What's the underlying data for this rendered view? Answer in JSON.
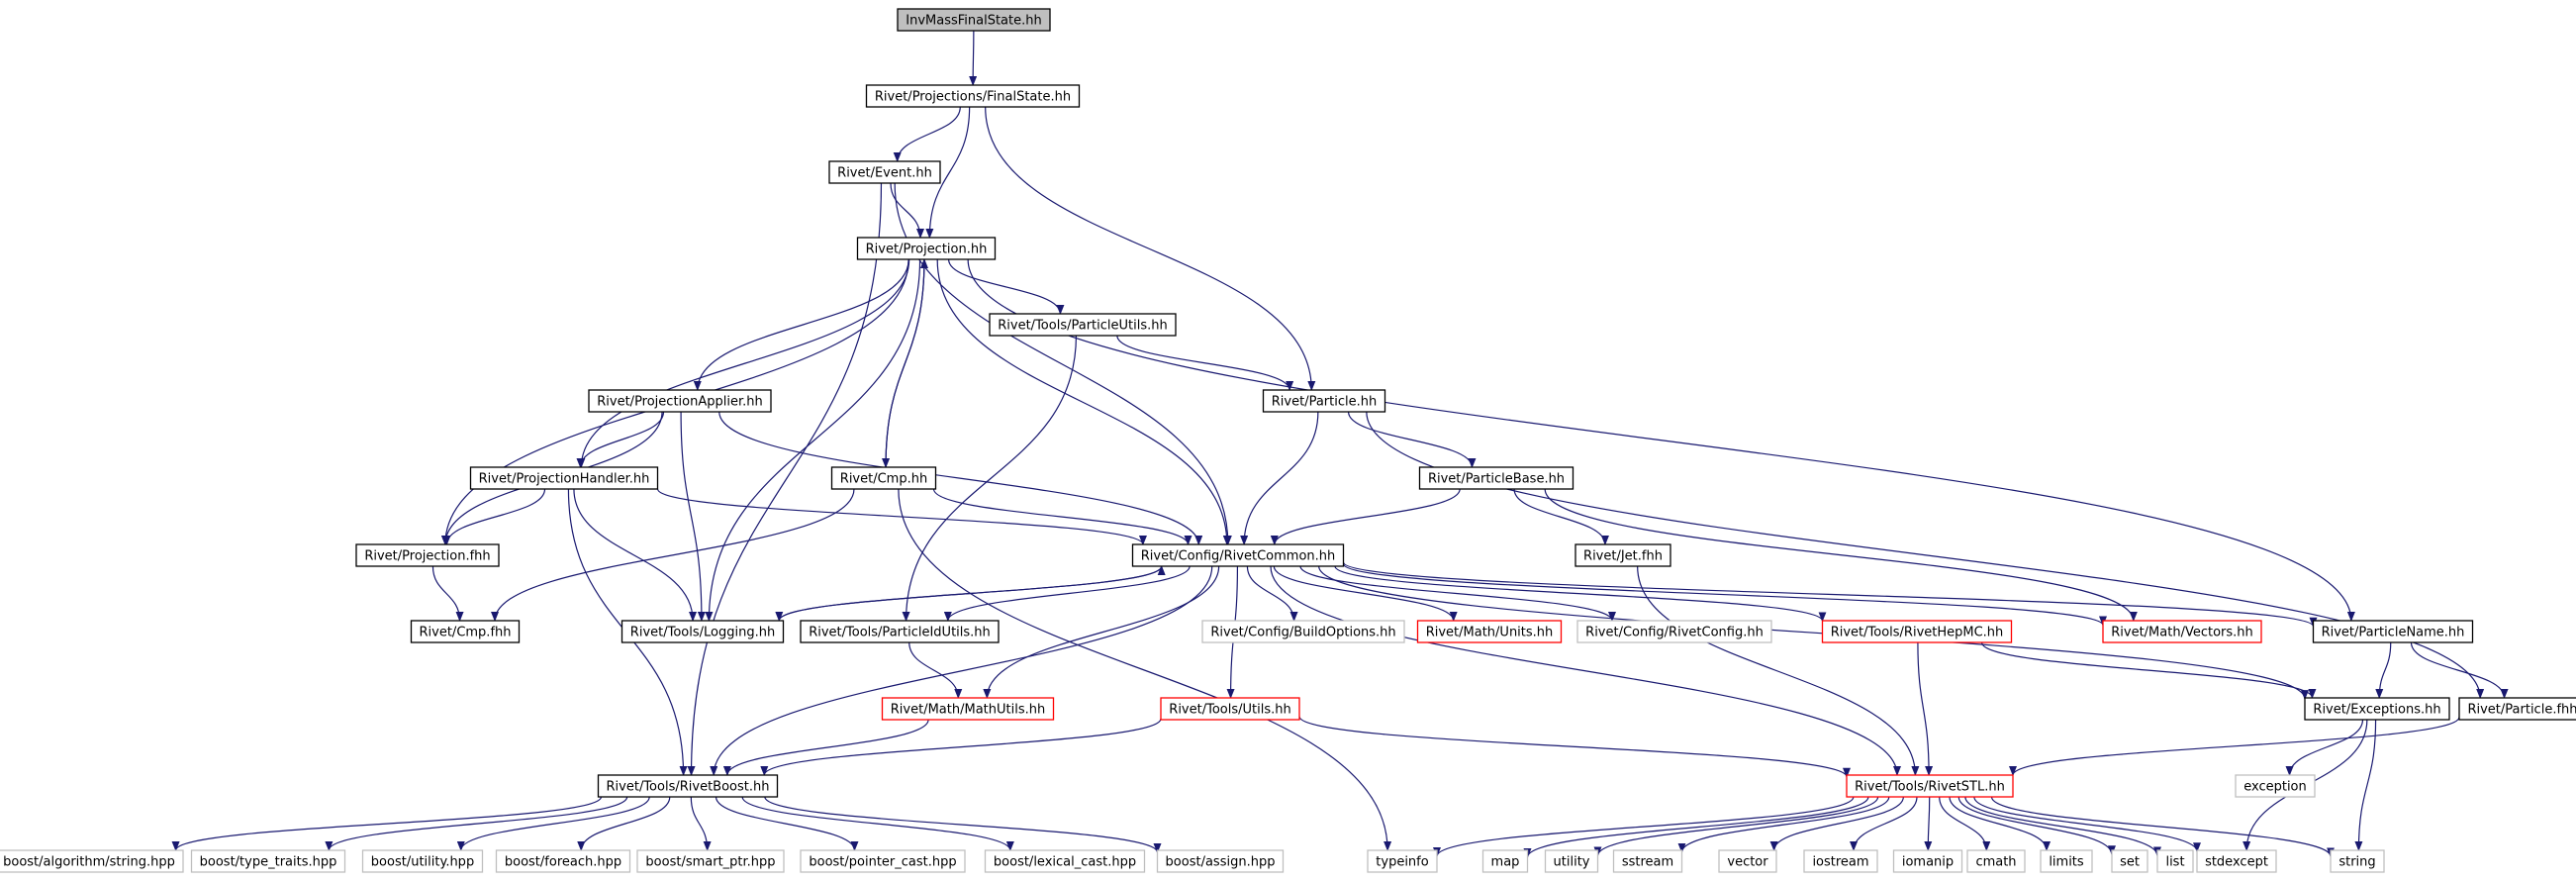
{
  "colors": {
    "edge": "#191970",
    "node_border_normal": "#000000",
    "node_border_missing_doc": "#ff0000",
    "node_border_external": "#bfbfbf",
    "node_fill_root": "#bfbfbf",
    "node_fill": "#ffffff"
  },
  "nodes": [
    {
      "id": "n0",
      "label": "InvMassFinalState.hh",
      "kind": "root"
    },
    {
      "id": "n1",
      "label": "Rivet/Projections/FinalState.hh",
      "kind": "normal"
    },
    {
      "id": "n2",
      "label": "Rivet/Event.hh",
      "kind": "normal"
    },
    {
      "id": "n3",
      "label": "Rivet/Projection.hh",
      "kind": "normal"
    },
    {
      "id": "n4",
      "label": "Rivet/Tools/ParticleUtils.hh",
      "kind": "normal"
    },
    {
      "id": "n5",
      "label": "Rivet/ProjectionApplier.hh",
      "kind": "normal"
    },
    {
      "id": "n6",
      "label": "Rivet/Particle.hh",
      "kind": "normal"
    },
    {
      "id": "n7",
      "label": "Rivet/ProjectionHandler.hh",
      "kind": "normal"
    },
    {
      "id": "n8",
      "label": "Rivet/Cmp.hh",
      "kind": "normal"
    },
    {
      "id": "n9",
      "label": "Rivet/ParticleBase.hh",
      "kind": "normal"
    },
    {
      "id": "n10",
      "label": "Rivet/Projection.fhh",
      "kind": "normal"
    },
    {
      "id": "n11",
      "label": "Rivet/Config/RivetCommon.hh",
      "kind": "normal"
    },
    {
      "id": "n12",
      "label": "Rivet/Jet.fhh",
      "kind": "normal"
    },
    {
      "id": "n13",
      "label": "Rivet/Cmp.fhh",
      "kind": "normal"
    },
    {
      "id": "n14",
      "label": "Rivet/Tools/Logging.hh",
      "kind": "normal"
    },
    {
      "id": "n15",
      "label": "Rivet/Tools/ParticleIdUtils.hh",
      "kind": "normal"
    },
    {
      "id": "n16",
      "label": "Rivet/Config/BuildOptions.hh",
      "kind": "external"
    },
    {
      "id": "n17",
      "label": "Rivet/Math/Units.hh",
      "kind": "missing"
    },
    {
      "id": "n18",
      "label": "Rivet/Config/RivetConfig.hh",
      "kind": "external"
    },
    {
      "id": "n19",
      "label": "Rivet/Tools/RivetHepMC.hh",
      "kind": "missing"
    },
    {
      "id": "n20",
      "label": "Rivet/Math/Vectors.hh",
      "kind": "missing"
    },
    {
      "id": "n21",
      "label": "Rivet/ParticleName.hh",
      "kind": "normal"
    },
    {
      "id": "n22",
      "label": "Rivet/Math/MathUtils.hh",
      "kind": "missing"
    },
    {
      "id": "n23",
      "label": "Rivet/Tools/Utils.hh",
      "kind": "missing"
    },
    {
      "id": "n24",
      "label": "Rivet/Exceptions.hh",
      "kind": "normal"
    },
    {
      "id": "n25",
      "label": "Rivet/Particle.fhh",
      "kind": "normal"
    },
    {
      "id": "n26",
      "label": "exception",
      "kind": "external"
    },
    {
      "id": "n27",
      "label": "Rivet/Tools/RivetBoost.hh",
      "kind": "normal"
    },
    {
      "id": "n28",
      "label": "Rivet/Tools/RivetSTL.hh",
      "kind": "missing"
    },
    {
      "id": "n29",
      "label": "boost/algorithm/string.hpp",
      "kind": "external"
    },
    {
      "id": "n30",
      "label": "boost/type_traits.hpp",
      "kind": "external"
    },
    {
      "id": "n31",
      "label": "boost/utility.hpp",
      "kind": "external"
    },
    {
      "id": "n32",
      "label": "boost/foreach.hpp",
      "kind": "external"
    },
    {
      "id": "n33",
      "label": "boost/smart_ptr.hpp",
      "kind": "external"
    },
    {
      "id": "n34",
      "label": "boost/pointer_cast.hpp",
      "kind": "external"
    },
    {
      "id": "n35",
      "label": "boost/lexical_cast.hpp",
      "kind": "external"
    },
    {
      "id": "n36",
      "label": "boost/assign.hpp",
      "kind": "external"
    },
    {
      "id": "n37",
      "label": "typeinfo",
      "kind": "external"
    },
    {
      "id": "n38",
      "label": "map",
      "kind": "external"
    },
    {
      "id": "n39",
      "label": "utility",
      "kind": "external"
    },
    {
      "id": "n40",
      "label": "sstream",
      "kind": "external"
    },
    {
      "id": "n41",
      "label": "vector",
      "kind": "external"
    },
    {
      "id": "n42",
      "label": "iostream",
      "kind": "external"
    },
    {
      "id": "n43",
      "label": "iomanip",
      "kind": "external"
    },
    {
      "id": "n44",
      "label": "cmath",
      "kind": "external"
    },
    {
      "id": "n45",
      "label": "limits",
      "kind": "external"
    },
    {
      "id": "n46",
      "label": "set",
      "kind": "external"
    },
    {
      "id": "n47",
      "label": "list",
      "kind": "external"
    },
    {
      "id": "n48",
      "label": "stdexcept",
      "kind": "external"
    },
    {
      "id": "n49",
      "label": "string",
      "kind": "external"
    }
  ],
  "edges": [
    [
      "n0",
      "n1"
    ],
    [
      "n1",
      "n2"
    ],
    [
      "n1",
      "n3"
    ],
    [
      "n1",
      "n6"
    ],
    [
      "n2",
      "n3"
    ],
    [
      "n2",
      "n11"
    ],
    [
      "n2",
      "n27"
    ],
    [
      "n3",
      "n4"
    ],
    [
      "n3",
      "n5"
    ],
    [
      "n3",
      "n7"
    ],
    [
      "n3",
      "n8"
    ],
    [
      "n3",
      "n10"
    ],
    [
      "n3",
      "n11"
    ],
    [
      "n3",
      "n14"
    ],
    [
      "n3",
      "n21"
    ],
    [
      "n4",
      "n6"
    ],
    [
      "n4",
      "n15"
    ],
    [
      "n5",
      "n7"
    ],
    [
      "n5",
      "n10"
    ],
    [
      "n5",
      "n11"
    ],
    [
      "n5",
      "n14"
    ],
    [
      "n6",
      "n9"
    ],
    [
      "n6",
      "n11"
    ],
    [
      "n6",
      "n25"
    ],
    [
      "n7",
      "n10"
    ],
    [
      "n7",
      "n11"
    ],
    [
      "n7",
      "n14"
    ],
    [
      "n7",
      "n27"
    ],
    [
      "n8",
      "n3"
    ],
    [
      "n8",
      "n11"
    ],
    [
      "n8",
      "n13"
    ],
    [
      "n8",
      "n37"
    ],
    [
      "n9",
      "n11"
    ],
    [
      "n9",
      "n12"
    ],
    [
      "n9",
      "n20"
    ],
    [
      "n10",
      "n13"
    ],
    [
      "n11",
      "n14"
    ],
    [
      "n11",
      "n15"
    ],
    [
      "n11",
      "n16"
    ],
    [
      "n11",
      "n17"
    ],
    [
      "n11",
      "n18"
    ],
    [
      "n11",
      "n19"
    ],
    [
      "n11",
      "n20"
    ],
    [
      "n11",
      "n21"
    ],
    [
      "n11",
      "n22"
    ],
    [
      "n11",
      "n23"
    ],
    [
      "n11",
      "n24"
    ],
    [
      "n11",
      "n27"
    ],
    [
      "n11",
      "n28"
    ],
    [
      "n12",
      "n28"
    ],
    [
      "n14",
      "n11"
    ],
    [
      "n15",
      "n22"
    ],
    [
      "n19",
      "n24"
    ],
    [
      "n19",
      "n28"
    ],
    [
      "n21",
      "n24"
    ],
    [
      "n21",
      "n25"
    ],
    [
      "n22",
      "n27"
    ],
    [
      "n23",
      "n27"
    ],
    [
      "n23",
      "n28"
    ],
    [
      "n24",
      "n26"
    ],
    [
      "n24",
      "n48"
    ],
    [
      "n24",
      "n49"
    ],
    [
      "n25",
      "n28"
    ],
    [
      "n27",
      "n29"
    ],
    [
      "n27",
      "n30"
    ],
    [
      "n27",
      "n31"
    ],
    [
      "n27",
      "n32"
    ],
    [
      "n27",
      "n33"
    ],
    [
      "n27",
      "n34"
    ],
    [
      "n27",
      "n35"
    ],
    [
      "n27",
      "n36"
    ],
    [
      "n28",
      "n37"
    ],
    [
      "n28",
      "n38"
    ],
    [
      "n28",
      "n39"
    ],
    [
      "n28",
      "n40"
    ],
    [
      "n28",
      "n41"
    ],
    [
      "n28",
      "n42"
    ],
    [
      "n28",
      "n43"
    ],
    [
      "n28",
      "n44"
    ],
    [
      "n28",
      "n45"
    ],
    [
      "n28",
      "n46"
    ],
    [
      "n28",
      "n47"
    ],
    [
      "n28",
      "n48"
    ],
    [
      "n28",
      "n49"
    ]
  ]
}
